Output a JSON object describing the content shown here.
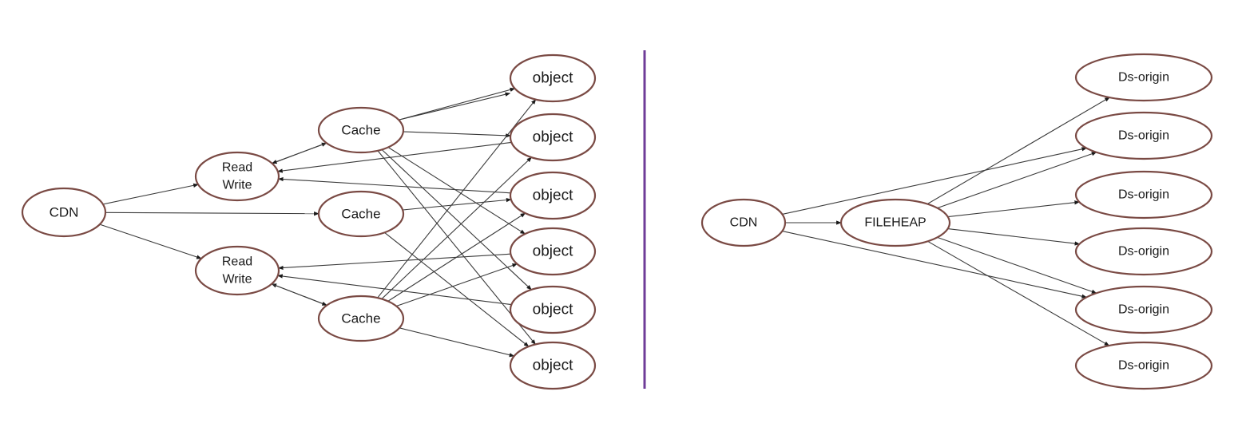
{
  "colors": {
    "node_border": "#7a4a44",
    "edge": "#3a3a3a",
    "divider": "#6f3c98",
    "text": "#1a1a1a"
  },
  "diagrams": [
    {
      "name": "left-architecture",
      "nodes": [
        {
          "id": "cdn",
          "lines": [
            "CDN"
          ]
        },
        {
          "id": "rw1",
          "lines": [
            "Read",
            "Write"
          ]
        },
        {
          "id": "rw2",
          "lines": [
            "Read",
            "Write"
          ]
        },
        {
          "id": "cache1",
          "lines": [
            "Cache"
          ]
        },
        {
          "id": "cache2",
          "lines": [
            "Cache"
          ]
        },
        {
          "id": "cache3",
          "lines": [
            "Cache"
          ]
        },
        {
          "id": "obj1",
          "lines": [
            "object"
          ]
        },
        {
          "id": "obj2",
          "lines": [
            "object"
          ]
        },
        {
          "id": "obj3",
          "lines": [
            "object"
          ]
        },
        {
          "id": "obj4",
          "lines": [
            "object"
          ]
        },
        {
          "id": "obj5",
          "lines": [
            "object"
          ]
        },
        {
          "id": "obj6",
          "lines": [
            "object"
          ]
        }
      ],
      "edges": [
        {
          "from": "cdn",
          "to": "rw1"
        },
        {
          "from": "cdn",
          "to": "cache2"
        },
        {
          "from": "cdn",
          "to": "rw2"
        },
        {
          "from": "rw1",
          "to": "cache1"
        },
        {
          "from": "cache1",
          "to": "rw1"
        },
        {
          "from": "obj2",
          "to": "rw1"
        },
        {
          "from": "obj3",
          "to": "rw1"
        },
        {
          "from": "obj4",
          "to": "rw2"
        },
        {
          "from": "obj5",
          "to": "rw2"
        },
        {
          "from": "cache3",
          "to": "rw2"
        },
        {
          "from": "rw2",
          "to": "cache3"
        },
        {
          "from": "cache1",
          "to": "obj1"
        },
        {
          "from": "cache1",
          "to": "obj1"
        },
        {
          "from": "cache1",
          "to": "obj2"
        },
        {
          "from": "cache1",
          "to": "obj4"
        },
        {
          "from": "cache1",
          "to": "obj5"
        },
        {
          "from": "cache1",
          "to": "obj6"
        },
        {
          "from": "cache2",
          "to": "obj3"
        },
        {
          "from": "cache2",
          "to": "obj6"
        },
        {
          "from": "cache3",
          "to": "obj1"
        },
        {
          "from": "cache3",
          "to": "obj2"
        },
        {
          "from": "cache3",
          "to": "obj3"
        },
        {
          "from": "cache3",
          "to": "obj4"
        },
        {
          "from": "cache3",
          "to": "obj6"
        }
      ]
    },
    {
      "name": "right-architecture",
      "nodes": [
        {
          "id": "cdn",
          "lines": [
            "CDN"
          ]
        },
        {
          "id": "fileheap",
          "lines": [
            "FILEHEAP"
          ]
        },
        {
          "id": "ds1",
          "lines": [
            "Ds-origin"
          ]
        },
        {
          "id": "ds2",
          "lines": [
            "Ds-origin"
          ]
        },
        {
          "id": "ds3",
          "lines": [
            "Ds-origin"
          ]
        },
        {
          "id": "ds4",
          "lines": [
            "Ds-origin"
          ]
        },
        {
          "id": "ds5",
          "lines": [
            "Ds-origin"
          ]
        },
        {
          "id": "ds6",
          "lines": [
            "Ds-origin"
          ]
        }
      ],
      "edges": [
        {
          "from": "cdn",
          "to": "fileheap"
        },
        {
          "from": "cdn",
          "to": "ds2"
        },
        {
          "from": "cdn",
          "to": "ds5"
        },
        {
          "from": "fileheap",
          "to": "ds1"
        },
        {
          "from": "fileheap",
          "to": "ds2"
        },
        {
          "from": "fileheap",
          "to": "ds3"
        },
        {
          "from": "fileheap",
          "to": "ds4"
        },
        {
          "from": "fileheap",
          "to": "ds5"
        },
        {
          "from": "fileheap",
          "to": "ds6"
        }
      ]
    }
  ]
}
